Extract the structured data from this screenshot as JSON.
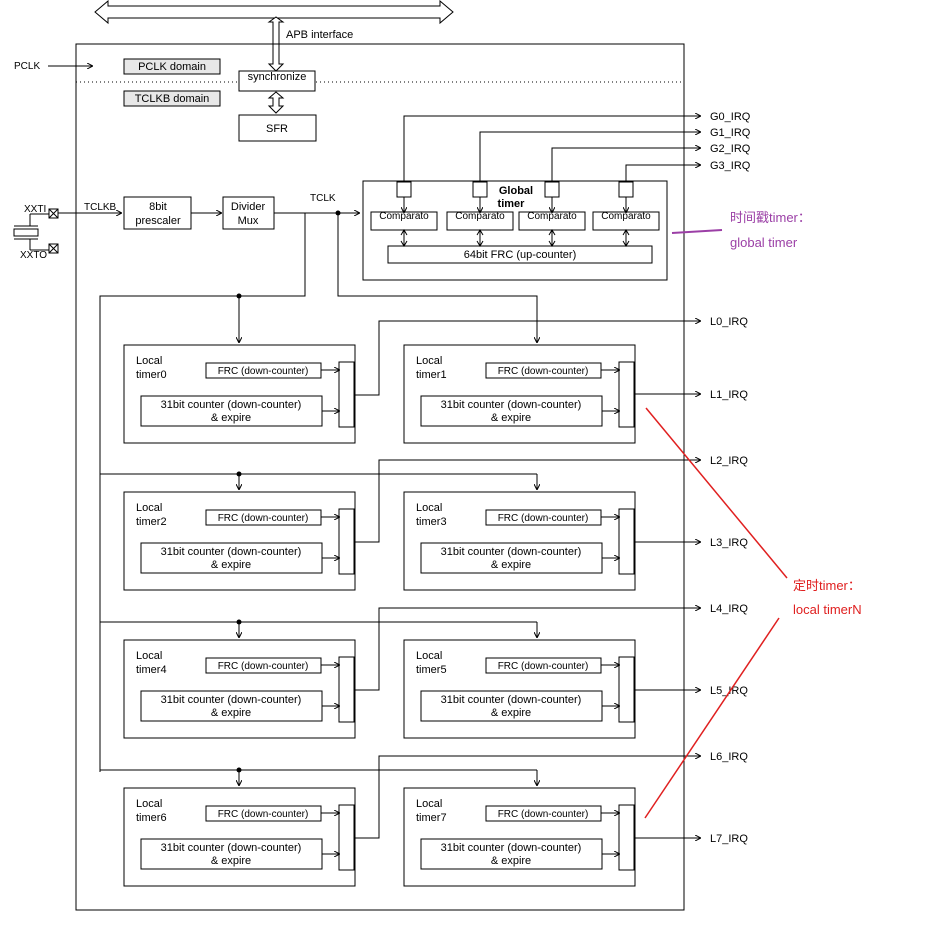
{
  "apb_label": "APB interface",
  "pclk_label": "PCLK",
  "pclk_domain": "PCLK domain",
  "tclkb_domain": "TCLKB domain",
  "synchronize": "synchronize",
  "sfr": "SFR",
  "xxti": "XXTI",
  "xxto": "XXTO",
  "tclkb": "TCLKB",
  "prescaler_line1": "8bit",
  "prescaler_line2": "prescaler",
  "divider_line1": "Divider",
  "divider_line2": "Mux",
  "tclk": "TCLK",
  "global_line1": "Global",
  "global_line2": "timer",
  "comparator": "Comparato",
  "frc64": "64bit FRC (up-counter)",
  "g_irqs": [
    "G0_IRQ",
    "G1_IRQ",
    "G2_IRQ",
    "G3_IRQ"
  ],
  "l_irqs": [
    "L0_IRQ",
    "L1_IRQ",
    "L2_IRQ",
    "L3_IRQ",
    "L4_IRQ",
    "L5_IRQ",
    "L6_IRQ",
    "L7_IRQ"
  ],
  "local_word": "Local",
  "local_timers": [
    "timer0",
    "timer1",
    "timer2",
    "timer3",
    "timer4",
    "timer5",
    "timer6",
    "timer7"
  ],
  "frc_down": "FRC (down-counter)",
  "counter31_line1": "31bit counter (down-counter)",
  "counter31_line2": "& expire",
  "annotation_global_line1": "时间戳timer：",
  "annotation_global_line2": "global timer",
  "annotation_local_line1": "定时timer：",
  "annotation_local_line2": "local timerN",
  "colors": {
    "annotation_global": "#9b3fa6",
    "annotation_local": "#e02020"
  }
}
